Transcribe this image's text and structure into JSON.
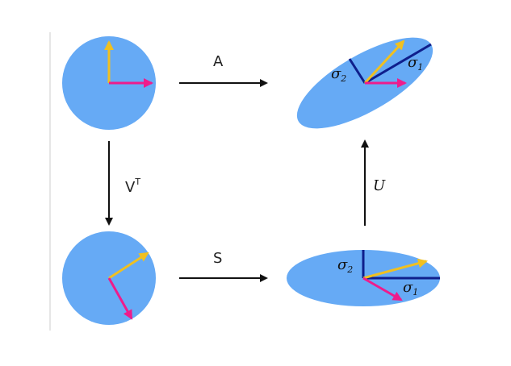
{
  "colors": {
    "shape_fill": "#66aaf5",
    "vector_yellow": "#f0c020",
    "vector_magenta": "#ee1c8c",
    "axis_navy": "#0f1f8c",
    "arrow_black": "#111111",
    "frame_line": "#cccccc"
  },
  "labels": {
    "A": "A",
    "V": "V",
    "V_sup": "T",
    "S": "S",
    "U": "U",
    "sigma": "σ",
    "sub_1": "1",
    "sub_2": "2"
  }
}
